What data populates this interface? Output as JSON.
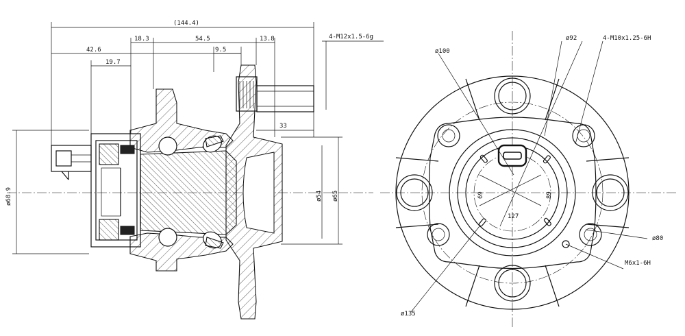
{
  "side_view": {
    "dims_top": [
      "(144.4)",
      "18.3",
      "54.5",
      "13.8",
      "42.6",
      "9.5",
      "19.7"
    ],
    "dim_33": "33",
    "thread_stud": "4-M12x1.5-6g",
    "dia_left": "ø68.9",
    "dia_54": "ø54",
    "dia_65": "ø65"
  },
  "front_view": {
    "dia_100": "ø100",
    "dia_92": "ø92",
    "thread_holes": "4-M10x1.25-6H",
    "dia_80": "ø80",
    "thread_m6": "M6x1-6H",
    "dia_135": "ø135",
    "inner_1": "69",
    "inner_2": "89",
    "inner_3": "127"
  },
  "colors": {
    "line": "#111111",
    "background": "#ffffff"
  }
}
